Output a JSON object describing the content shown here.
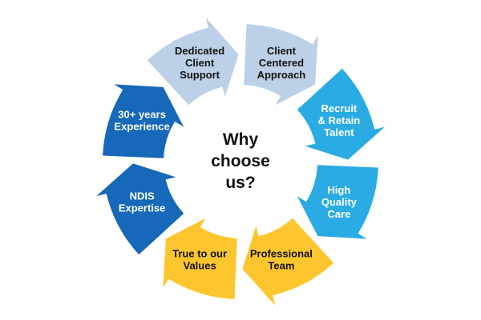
{
  "diagram": {
    "type": "cycle-diagram",
    "center_title": "Why choose us?",
    "center_lines": [
      "Why",
      "choose",
      "us?"
    ],
    "background_color": "#ffffff",
    "center_text_color": "#111111",
    "colors": {
      "pale_blue": "#bcd0e8",
      "cyan": "#2aabe3",
      "dark_blue": "#1668b8",
      "yellow": "#fdc62f"
    },
    "segments": [
      {
        "id": "client-centered-approach",
        "label": "Client Centered Approach",
        "lines": [
          "Client",
          "Centered",
          "Approach"
        ],
        "fill": "#bcd0e8",
        "text": "#111111"
      },
      {
        "id": "recruit-retain-talent",
        "label": "Recruit & Retain Talent",
        "lines": [
          "Recruit",
          "& Retain",
          "Talent"
        ],
        "fill": "#2aabe3",
        "text": "#ffffff"
      },
      {
        "id": "high-quality-care",
        "label": "High Quality Care",
        "lines": [
          "High",
          "Quality",
          "Care"
        ],
        "fill": "#2aabe3",
        "text": "#ffffff"
      },
      {
        "id": "professional-team",
        "label": "Professional Team",
        "lines": [
          "Professional",
          "Team"
        ],
        "fill": "#fdc62f",
        "text": "#111111"
      },
      {
        "id": "true-to-our-values",
        "label": "True to our Values",
        "lines": [
          "True to our",
          "Values"
        ],
        "fill": "#fdc62f",
        "text": "#111111"
      },
      {
        "id": "ndis-expertise",
        "label": "NDIS Expertise",
        "lines": [
          "NDIS",
          "Expertise"
        ],
        "fill": "#1668b8",
        "text": "#ffffff"
      },
      {
        "id": "30-plus-years-experience",
        "label": "30+ years Experience",
        "lines": [
          "30+ years",
          "Experience"
        ],
        "fill": "#1668b8",
        "text": "#ffffff"
      },
      {
        "id": "dedicated-client-support",
        "label": "Dedicated Client Support",
        "lines": [
          "Dedicated",
          "Client",
          "Support"
        ],
        "fill": "#bcd0e8",
        "text": "#111111"
      }
    ]
  }
}
